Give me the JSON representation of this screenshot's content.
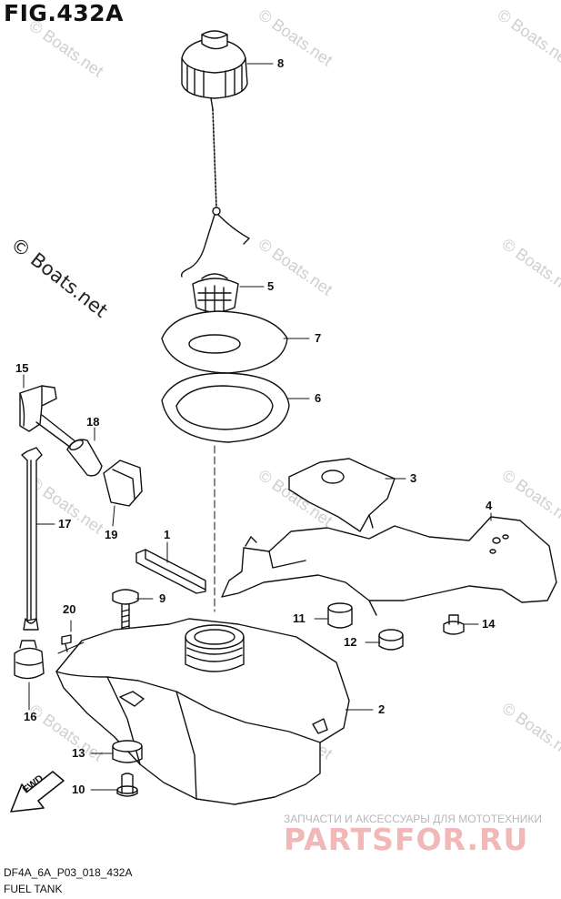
{
  "figure": {
    "title": "FIG.432A",
    "code": "DF4A_6A_P03_018_432A",
    "caption": "FUEL TANK"
  },
  "watermark": {
    "primary": "© Boats.net",
    "repeat": "© Boats.net"
  },
  "brand": {
    "tagline": "ЗАПЧАСТИ И АКСЕССУАРЫ ДЛЯ МОТОТЕХНИКИ",
    "logo_text": "PARTSFOR.RU"
  },
  "forward_marker": "FWD",
  "callouts": [
    {
      "label": "8",
      "part": "fuel-cap"
    },
    {
      "label": "5",
      "part": "strainer"
    },
    {
      "label": "7",
      "part": "gasket"
    },
    {
      "label": "6",
      "part": "gasket"
    },
    {
      "label": "15",
      "part": "fuel-connector"
    },
    {
      "label": "18",
      "part": "hose"
    },
    {
      "label": "19",
      "part": "clip"
    },
    {
      "label": "17",
      "part": "band"
    },
    {
      "label": "3",
      "part": "bracket"
    },
    {
      "label": "4",
      "part": "holder"
    },
    {
      "label": "1",
      "part": "cushion"
    },
    {
      "label": "9",
      "part": "bolt"
    },
    {
      "label": "20",
      "part": "screw"
    },
    {
      "label": "11",
      "part": "cushion"
    },
    {
      "label": "14",
      "part": "screw"
    },
    {
      "label": "12",
      "part": "grommet"
    },
    {
      "label": "16",
      "part": "cap"
    },
    {
      "label": "2",
      "part": "fuel-tank"
    },
    {
      "label": "13",
      "part": "cushion"
    },
    {
      "label": "10",
      "part": "collar"
    }
  ],
  "colors": {
    "line": "#111111",
    "watermark": "#cfcfcf",
    "brand": "#f2b7b7"
  }
}
